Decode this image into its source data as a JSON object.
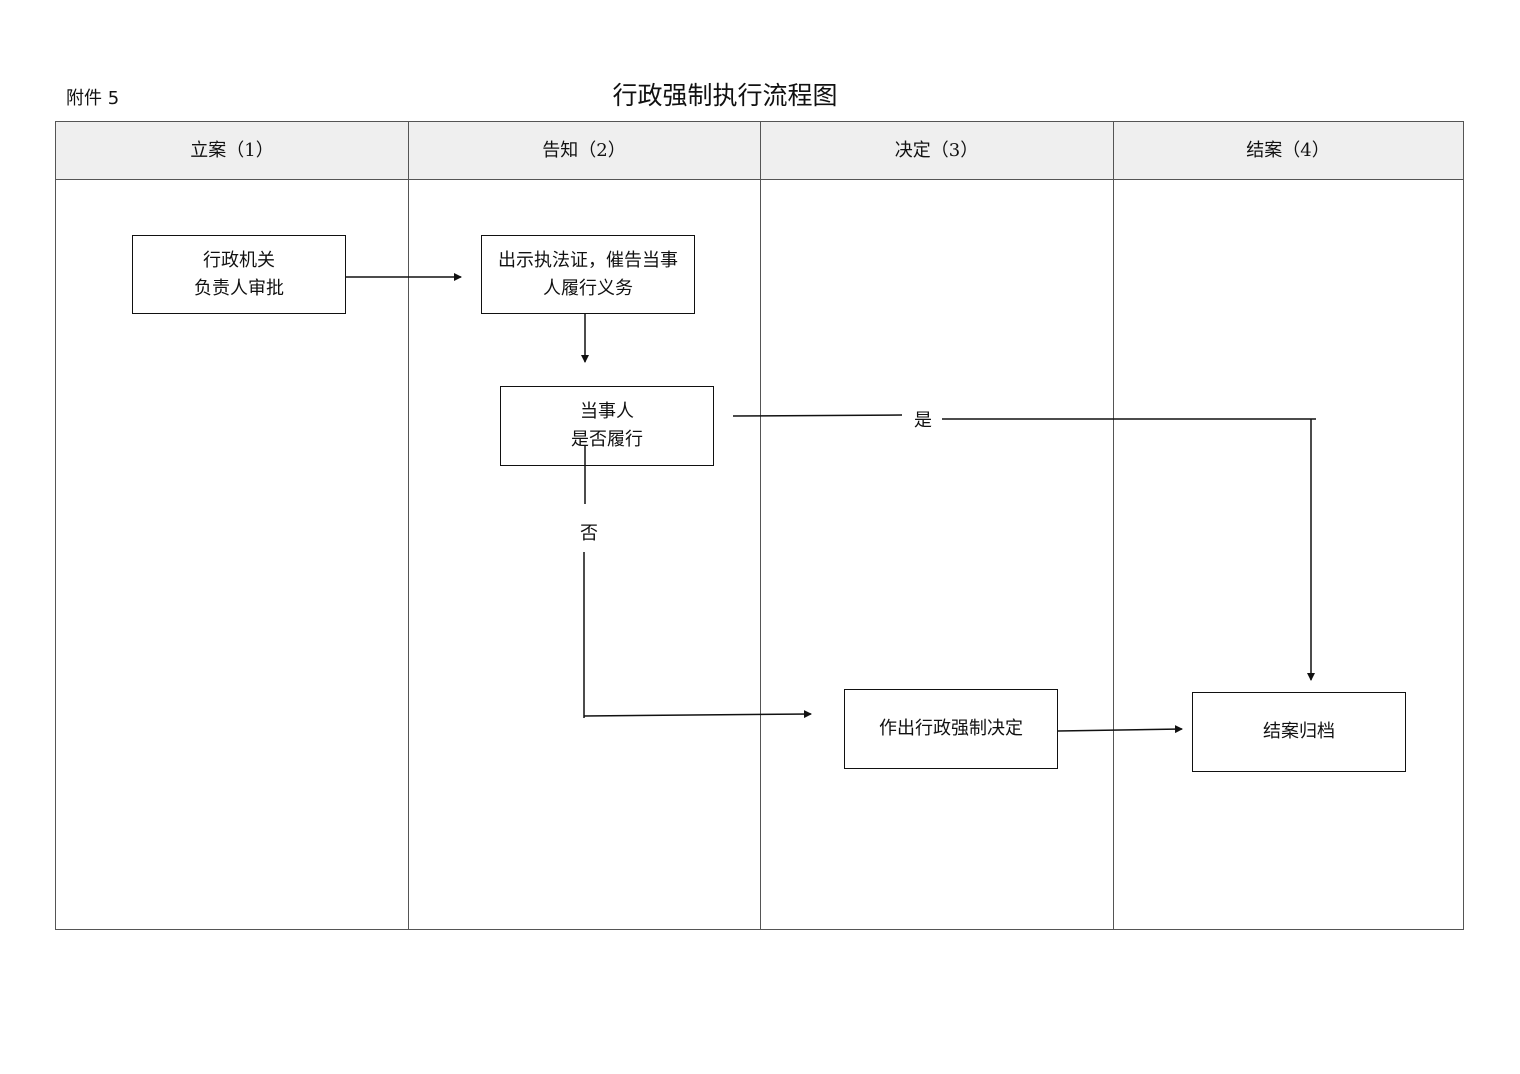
{
  "annex_label": "附件 5",
  "title": "行政强制执行流程图",
  "lanes": [
    "立案（1）",
    "告知（2）",
    "决定（3）",
    "结案（4）"
  ],
  "nodes": {
    "approval": [
      "行政机关",
      "负责人审批"
    ],
    "notice": [
      "出示执法证，催告当事",
      "人履行义务"
    ],
    "decision_check": [
      "当事人",
      "是否履行"
    ],
    "enforcement_decision": [
      "作出行政强制决定"
    ],
    "archive": [
      "结案归档"
    ]
  },
  "edge_labels": {
    "yes": "是",
    "no": "否"
  }
}
